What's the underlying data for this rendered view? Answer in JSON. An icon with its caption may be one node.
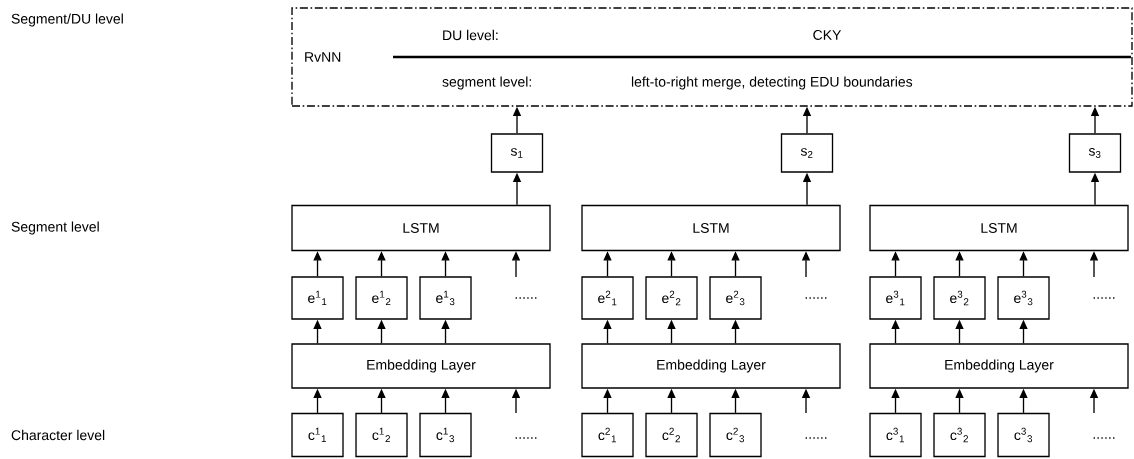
{
  "diagram": {
    "nodes": [
      {
        "text": [
          "RvNN",
          "DU level:",
          "CKY",
          "segment level:",
          "left-to-right merge, detecting EDU boundaries"
        ]
      },
      {
        "text": [
          "s$_{1}$"
        ]
      },
      {
        "text": [
          "LSTM"
        ]
      },
      {
        "text": [
          "e$^{1}$$_{1}$"
        ]
      },
      {
        "text": [
          "e$^{1}$$_{2}$"
        ]
      },
      {
        "text": [
          "e$^{1}$$_{3}$"
        ]
      },
      {
        "text": [
          "Embedding Layer"
        ]
      },
      {
        "text": [
          "c$^{1}$$_{1}$"
        ]
      },
      {
        "text": [
          "c$^{1}$$_{2}$"
        ]
      },
      {
        "text": [
          "c$^{1}$$_{3}$"
        ]
      },
      {
        "text": [
          "s$_{2}$"
        ]
      },
      {
        "text": [
          "LSTM"
        ]
      },
      {
        "text": [
          "e$^{2}$$_{1}$"
        ]
      },
      {
        "text": [
          "e$^{2}$$_{2}$"
        ]
      },
      {
        "text": [
          "e$^{2}$$_{3}$"
        ]
      },
      {
        "text": [
          "Embedding Layer"
        ]
      },
      {
        "text": [
          "c$^{2}$$_{1}$"
        ]
      },
      {
        "text": [
          "c$^{2}$$_{2}$"
        ]
      },
      {
        "text": [
          "c$^{2}$$_{3}$"
        ]
      },
      {
        "text": [
          "s$_{3}$"
        ]
      },
      {
        "text": [
          "LSTM"
        ]
      },
      {
        "text": [
          "e$^{3}$$_{1}$"
        ]
      },
      {
        "text": [
          "e$^{3}$$_{2}$"
        ]
      },
      {
        "text": [
          "e$^{3}$$_{3}$"
        ]
      },
      {
        "text": [
          "Embedding Layer"
        ]
      },
      {
        "text": [
          "c$^{3}$$_{1}$"
        ]
      },
      {
        "text": [
          "c$^{3}$$_{2}$"
        ]
      },
      {
        "text": [
          "c$^{3}$$_{3}$"
        ]
      }
    ],
    "edges": [
      {
        "from": 1,
        "to": 0,
        "arrow": "to"
      },
      {
        "from": 2,
        "to": 1,
        "arrow": "to"
      },
      {
        "from": 3,
        "to": 2,
        "arrow": "to"
      },
      {
        "from": 4,
        "to": 2,
        "arrow": "to"
      },
      {
        "from": 5,
        "to": 2,
        "arrow": "to"
      },
      {
        "from": null,
        "to": 2,
        "arrow": "to"
      },
      {
        "from": 6,
        "to": 3,
        "arrow": "to"
      },
      {
        "from": 6,
        "to": 4,
        "arrow": "to"
      },
      {
        "from": 6,
        "to": 5,
        "arrow": "to"
      },
      {
        "from": null,
        "to": 6,
        "arrow": "to"
      },
      {
        "from": 7,
        "to": 6,
        "arrow": "to"
      },
      {
        "from": 8,
        "to": 6,
        "arrow": "to"
      },
      {
        "from": 9,
        "to": 6,
        "arrow": "to"
      },
      {
        "from": 10,
        "to": 0,
        "arrow": "to"
      },
      {
        "from": 11,
        "to": 10,
        "arrow": "to"
      },
      {
        "from": 12,
        "to": 11,
        "arrow": "to"
      },
      {
        "from": 13,
        "to": 11,
        "arrow": "to"
      },
      {
        "from": 14,
        "to": 11,
        "arrow": "to"
      },
      {
        "from": null,
        "to": 11,
        "arrow": "to"
      },
      {
        "from": 15,
        "to": 12,
        "arrow": "to"
      },
      {
        "from": 15,
        "to": 13,
        "arrow": "to"
      },
      {
        "from": 15,
        "to": 14,
        "arrow": "to"
      },
      {
        "from": null,
        "to": 15,
        "arrow": "to"
      },
      {
        "from": 16,
        "to": 15,
        "arrow": "to"
      },
      {
        "from": 17,
        "to": 15,
        "arrow": "to"
      },
      {
        "from": 18,
        "to": 15,
        "arrow": "to"
      },
      {
        "from": 19,
        "to": 0,
        "arrow": "to"
      },
      {
        "from": 20,
        "to": 19,
        "arrow": "to"
      },
      {
        "from": 21,
        "to": 20,
        "arrow": "to"
      },
      {
        "from": 22,
        "to": 20,
        "arrow": "to"
      },
      {
        "from": 23,
        "to": 20,
        "arrow": "to"
      },
      {
        "from": null,
        "to": 20,
        "arrow": "to"
      },
      {
        "from": 24,
        "to": 21,
        "arrow": "to"
      },
      {
        "from": 24,
        "to": 22,
        "arrow": "to"
      },
      {
        "from": 24,
        "to": 23,
        "arrow": "to"
      },
      {
        "from": null,
        "to": 24,
        "arrow": "to"
      },
      {
        "from": 25,
        "to": 24,
        "arrow": "to"
      },
      {
        "from": 26,
        "to": 24,
        "arrow": "to"
      },
      {
        "from": 27,
        "to": 24,
        "arrow": "to"
      }
    ],
    "labels": [
      "Segment/DU level",
      "Segment level",
      "......",
      "......",
      "......",
      "Character level",
      "......",
      "......",
      "......"
    ]
  }
}
